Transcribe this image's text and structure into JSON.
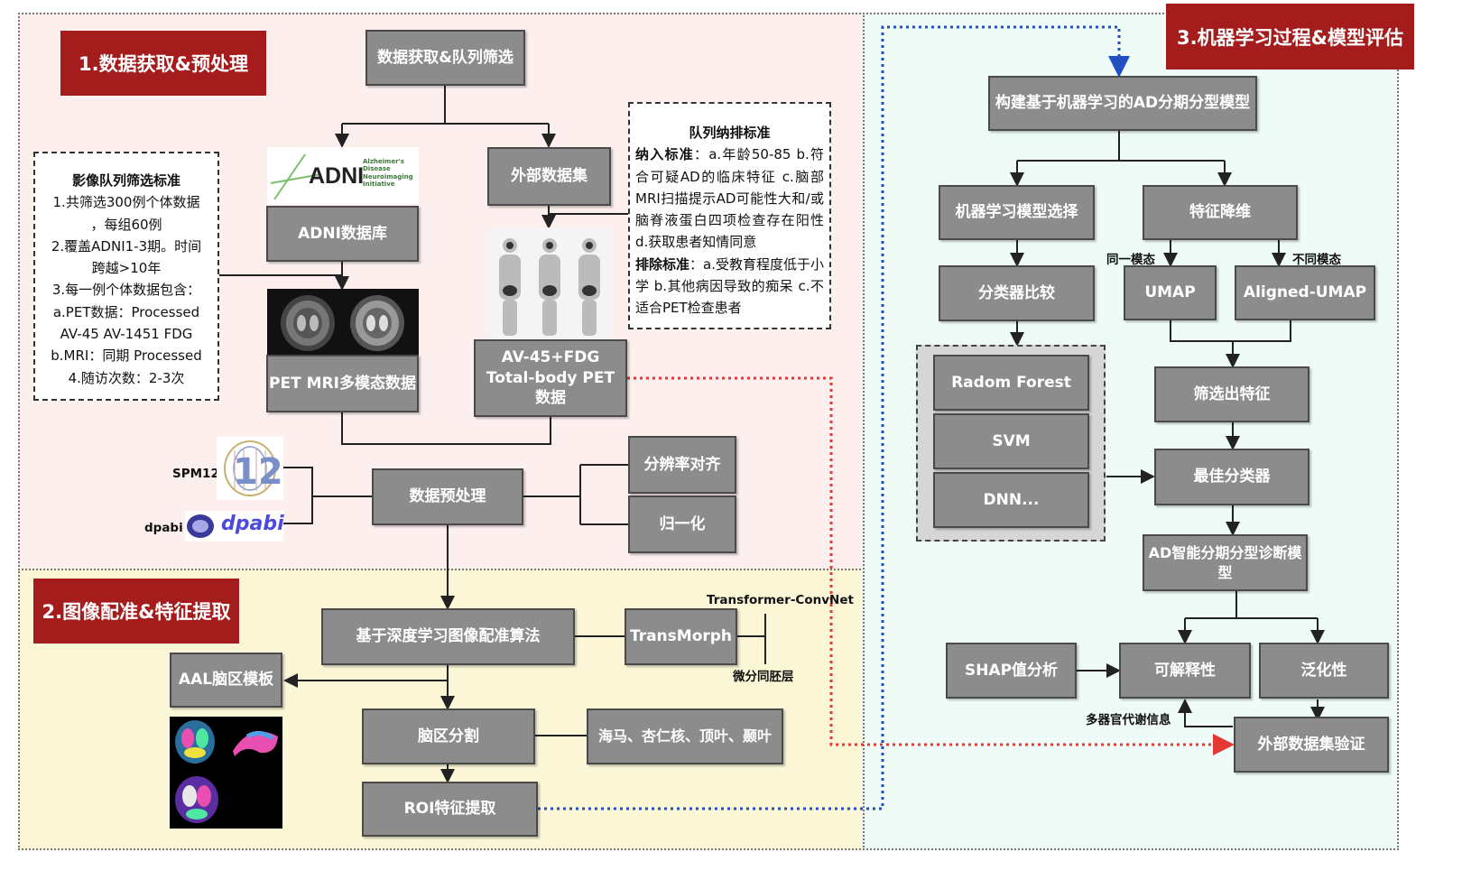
{
  "sections": {
    "s1": "1.数据获取&预处理",
    "s2": "2.图像配准&特征提取",
    "s3": "3.机器学习过程&模型评估"
  },
  "boxes": {
    "data_acq": "数据获取&队列筛选",
    "external": "外部数据集",
    "adni_db": "ADNI数据库",
    "pet_mri": "PET MRI多模态数据",
    "av45_fdg": "AV-45+FDG Total-body PET数据",
    "preprocess": "数据预处理",
    "res_align": "分辨率对齐",
    "normalize": "归一化",
    "dl_reg": "基于深度学习图像配准算法",
    "transmorph": "TransMorph",
    "aal": "AAL脑区模板",
    "seg": "脑区分割",
    "regions": "海马、杏仁核、顶叶、颞叶",
    "roi": "ROI特征提取",
    "build_model": "构建基于机器学习的AD分期分型模型",
    "model_select": "机器学习模型选择",
    "dim_reduce": "特征降维",
    "clf_compare": "分类器比较",
    "umap": "UMAP",
    "aligned_umap": "Aligned-UMAP",
    "rf": "Radom Forest",
    "svm": "SVM",
    "dnn": "DNN...",
    "select_feat": "筛选出特征",
    "best_clf": "最佳分类器",
    "diag_model": "AD智能分期分型诊断模型",
    "shap": "SHAP值分析",
    "interpret": "可解释性",
    "generalize": "泛化性",
    "ext_valid": "外部数据集验证"
  },
  "labels": {
    "spm12": "SPM12",
    "dpabi": "dpabi",
    "dpabi_logo": "dpabi",
    "transformer": "Transformer-ConvNet",
    "diffeo": "微分同胚层",
    "same_modal": "同一模态",
    "diff_modal": "不同模态",
    "multi_organ": "多器官代谢信息"
  },
  "adni_logo": {
    "main": "ADNI",
    "sub": "Alzheimer's Disease Neuroimaging Initiative"
  },
  "note_left": {
    "title": "影像队列筛选标准",
    "lines": [
      "1.共筛选300例个体数据",
      "，每组60例",
      "2.覆盖ADNI1-3期。时间",
      "跨越>10年",
      "3.每一例个体数据包含：",
      "a.PET数据：Processed",
      "AV-45 AV-1451 FDG",
      "b.MRI：同期 Processed",
      "4.随访次数：2-3次"
    ]
  },
  "note_right": {
    "title": "队列纳排标准",
    "inc_label": "纳入标准",
    "inc_text": "：a.年龄50-85 b.符合可疑AD的临床特征 c.脑部MRI扫描提示AD可能性大和/或脑脊液蛋白四项检查存在阳性 d.获取患者知情同意",
    "exc_label": "排除标准",
    "exc_text": "：a.受教育程度低于小学 b.其他病因导致的痴呆 c.不适合PET检查患者"
  },
  "colors": {
    "section1_bg": "#fcefee",
    "section2_bg": "#fbf6d6",
    "section3_bg": "#eefbf7",
    "title_red": "#a51c1c",
    "box_gray": "#8c8c8c",
    "red_dotted": "#e53935",
    "blue_dotted": "#1f4fc0"
  }
}
